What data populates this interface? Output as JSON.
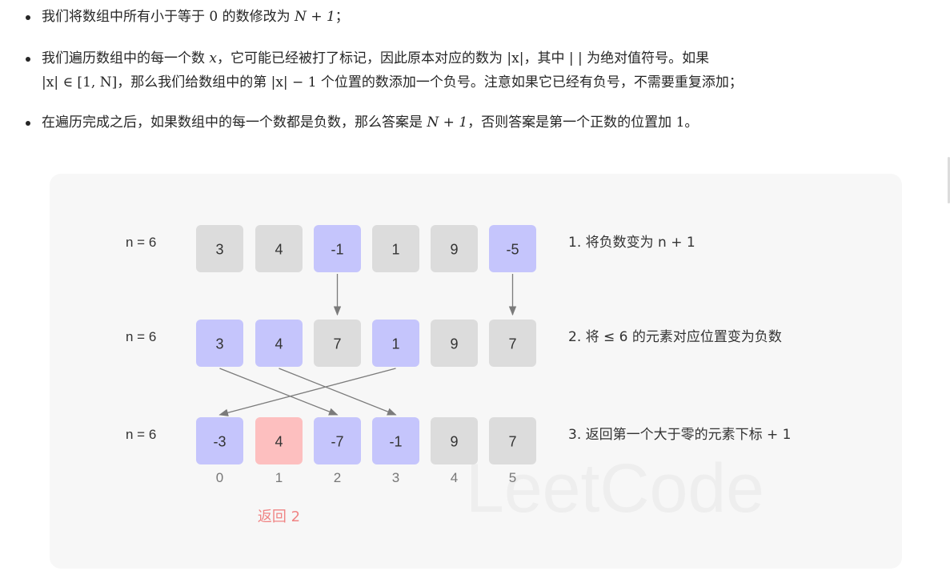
{
  "bullets": [
    {
      "before": "我们将数组中所有小于等于 ",
      "m1": "0",
      "mid": " 的数修改为 ",
      "m2": "N + 1",
      "after": "；"
    },
    {
      "line1_a": "我们遍历数组中的每一个数 ",
      "m1": "x",
      "line1_b": "，它可能已经被打了标记，因此原本对应的数为 ",
      "m2": "|x|",
      "line1_c": "，其中 ",
      "m3": "| |",
      "line1_d": " 为绝对值符号。如果",
      "m4": "|x| ∈ [1, N]",
      "line2_a": "，那么我们给数组中的第 ",
      "m5": "|x| − 1",
      "line2_b": " 个位置的数添加一个负号。注意如果它已经有负号，不需要重复添加；"
    },
    {
      "before": "在遍历完成之后，如果数组中的每一个数都是负数，那么答案是 ",
      "m1": "N + 1",
      "mid": "，否则答案是第一个正数的位置加 ",
      "m2": "1",
      "after": "。"
    }
  ],
  "figure": {
    "watermark": "LeetCode",
    "colors": {
      "gray": "#dcdcdc",
      "purple": "#c5c5fc",
      "red": "#fdbfbf",
      "arrow": "#7b7b7b",
      "result": "#f08484"
    },
    "rows": [
      {
        "n_label": "n = 6",
        "step": "1. 将负数变为 n + 1",
        "cells": [
          {
            "v": "3",
            "c": "gray"
          },
          {
            "v": "4",
            "c": "gray"
          },
          {
            "v": "-1",
            "c": "purple"
          },
          {
            "v": "1",
            "c": "gray"
          },
          {
            "v": "9",
            "c": "gray"
          },
          {
            "v": "-5",
            "c": "purple"
          }
        ]
      },
      {
        "n_label": "n = 6",
        "step": "2. 将 ≤ 6 的元素对应位置变为负数",
        "cells": [
          {
            "v": "3",
            "c": "purple"
          },
          {
            "v": "4",
            "c": "purple"
          },
          {
            "v": "7",
            "c": "gray"
          },
          {
            "v": "1",
            "c": "purple"
          },
          {
            "v": "9",
            "c": "gray"
          },
          {
            "v": "7",
            "c": "gray"
          }
        ]
      },
      {
        "n_label": "n = 6",
        "step": "3. 返回第一个大于零的元素下标 + 1",
        "cells": [
          {
            "v": "-3",
            "c": "purple"
          },
          {
            "v": "4",
            "c": "red"
          },
          {
            "v": "-7",
            "c": "purple"
          },
          {
            "v": "-1",
            "c": "purple"
          },
          {
            "v": "9",
            "c": "gray"
          },
          {
            "v": "7",
            "c": "gray"
          }
        ]
      }
    ],
    "indices": [
      "0",
      "1",
      "2",
      "3",
      "4",
      "5"
    ],
    "result": "返回 2"
  }
}
